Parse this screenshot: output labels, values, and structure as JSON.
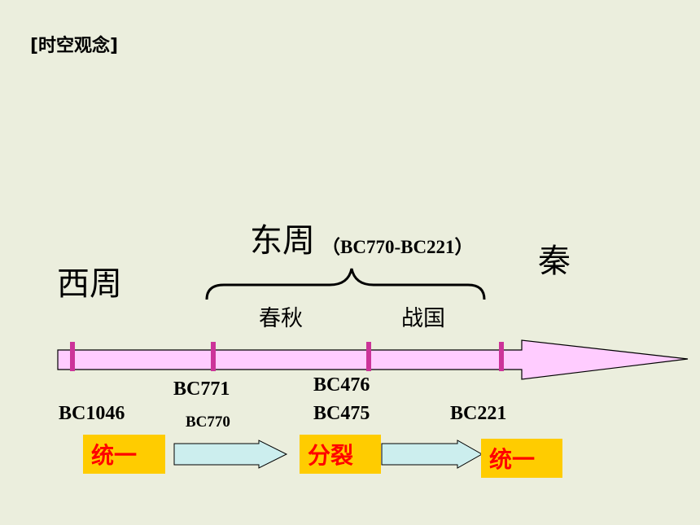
{
  "title": "[时空观念]",
  "periods": {
    "west_zhou": "西周",
    "east_zhou": "东周",
    "east_zhou_range": "（BC770-BC221）",
    "qin": "秦",
    "spring_autumn": "春秋",
    "warring_states": "战国"
  },
  "years": {
    "bc1046": "BC1046",
    "bc771": "BC771",
    "bc770": "BC770",
    "bc476": "BC476",
    "bc475": "BC475",
    "bc221": "BC221"
  },
  "states": {
    "unify_1": "统一",
    "split": "分裂",
    "unify_2": "统一"
  },
  "colors": {
    "background": "#ebeedd",
    "timeline_fill": "#ffccff",
    "tick": "#cc3399",
    "box_fill": "#ffcc00",
    "box_text": "#ff0000",
    "small_arrow_fill": "#cceeee"
  }
}
